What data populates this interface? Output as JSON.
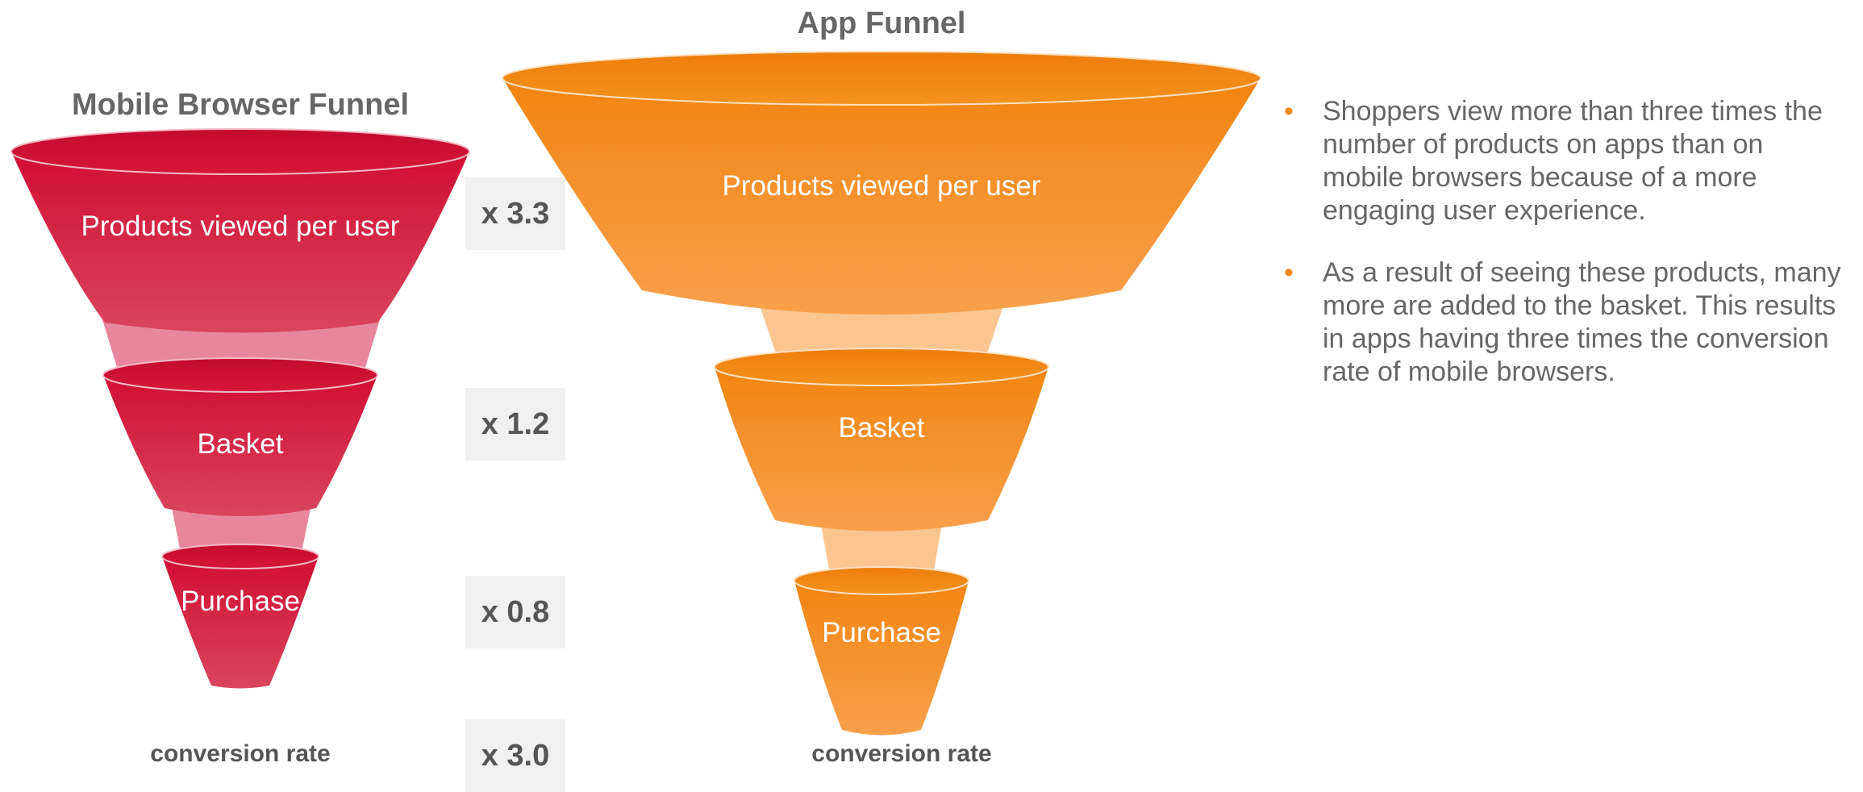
{
  "colors": {
    "mobile_primary": "#d4173a",
    "mobile_connector": "#e8879b",
    "app_primary": "#f68b1f",
    "app_connector": "#fbc590",
    "multiplier_bg": "#f0f0f0",
    "text_gray": "#666666",
    "bullet_accent": "#f28a1b"
  },
  "mobile_funnel": {
    "title": "Mobile Browser Funnel",
    "stages": [
      {
        "label": "Products viewed per user"
      },
      {
        "label": "Basket"
      },
      {
        "label": "Purchase"
      }
    ],
    "footer": "conversion rate"
  },
  "app_funnel": {
    "title": "App Funnel",
    "stages": [
      {
        "label": "Products viewed per user"
      },
      {
        "label": "Basket"
      },
      {
        "label": "Purchase"
      }
    ],
    "footer": "conversion rate"
  },
  "multipliers": [
    {
      "label": "x 3.3"
    },
    {
      "label": "x 1.2"
    },
    {
      "label": "x 0.8"
    },
    {
      "label": "x 3.0"
    }
  ],
  "bullets": [
    {
      "text": "Shoppers view more than three times the number of products on apps than on mobile browsers because of a more engaging user experience."
    },
    {
      "text": "As a result of seeing these products, many more are added to the basket. This results in apps having three times the conversion rate of mobile browsers."
    }
  ],
  "bullet_symbol": "•"
}
